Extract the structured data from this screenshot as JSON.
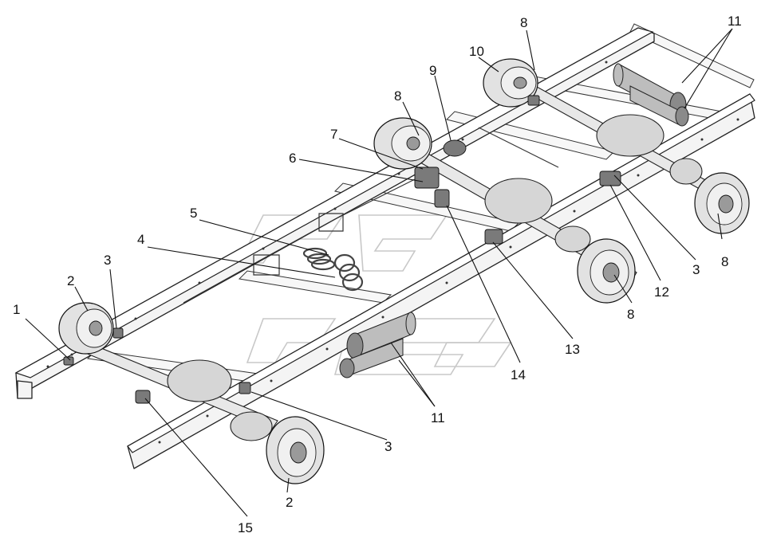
{
  "callouts": [
    {
      "id": "c1",
      "label": "1"
    },
    {
      "id": "c2a",
      "label": "2"
    },
    {
      "id": "c2b",
      "label": "2"
    },
    {
      "id": "c3a",
      "label": "3"
    },
    {
      "id": "c3b",
      "label": "3"
    },
    {
      "id": "c3c",
      "label": "3"
    },
    {
      "id": "c4",
      "label": "4"
    },
    {
      "id": "c5",
      "label": "5"
    },
    {
      "id": "c6",
      "label": "6"
    },
    {
      "id": "c7",
      "label": "7"
    },
    {
      "id": "c8a",
      "label": "8"
    },
    {
      "id": "c8b",
      "label": "8"
    },
    {
      "id": "c8c",
      "label": "8"
    },
    {
      "id": "c8d",
      "label": "8"
    },
    {
      "id": "c9",
      "label": "9"
    },
    {
      "id": "c10",
      "label": "10"
    },
    {
      "id": "c11a",
      "label": "11"
    },
    {
      "id": "c11b",
      "label": "11"
    },
    {
      "id": "c12",
      "label": "12"
    },
    {
      "id": "c13",
      "label": "13"
    },
    {
      "id": "c14",
      "label": "14"
    },
    {
      "id": "c15",
      "label": "15"
    }
  ]
}
